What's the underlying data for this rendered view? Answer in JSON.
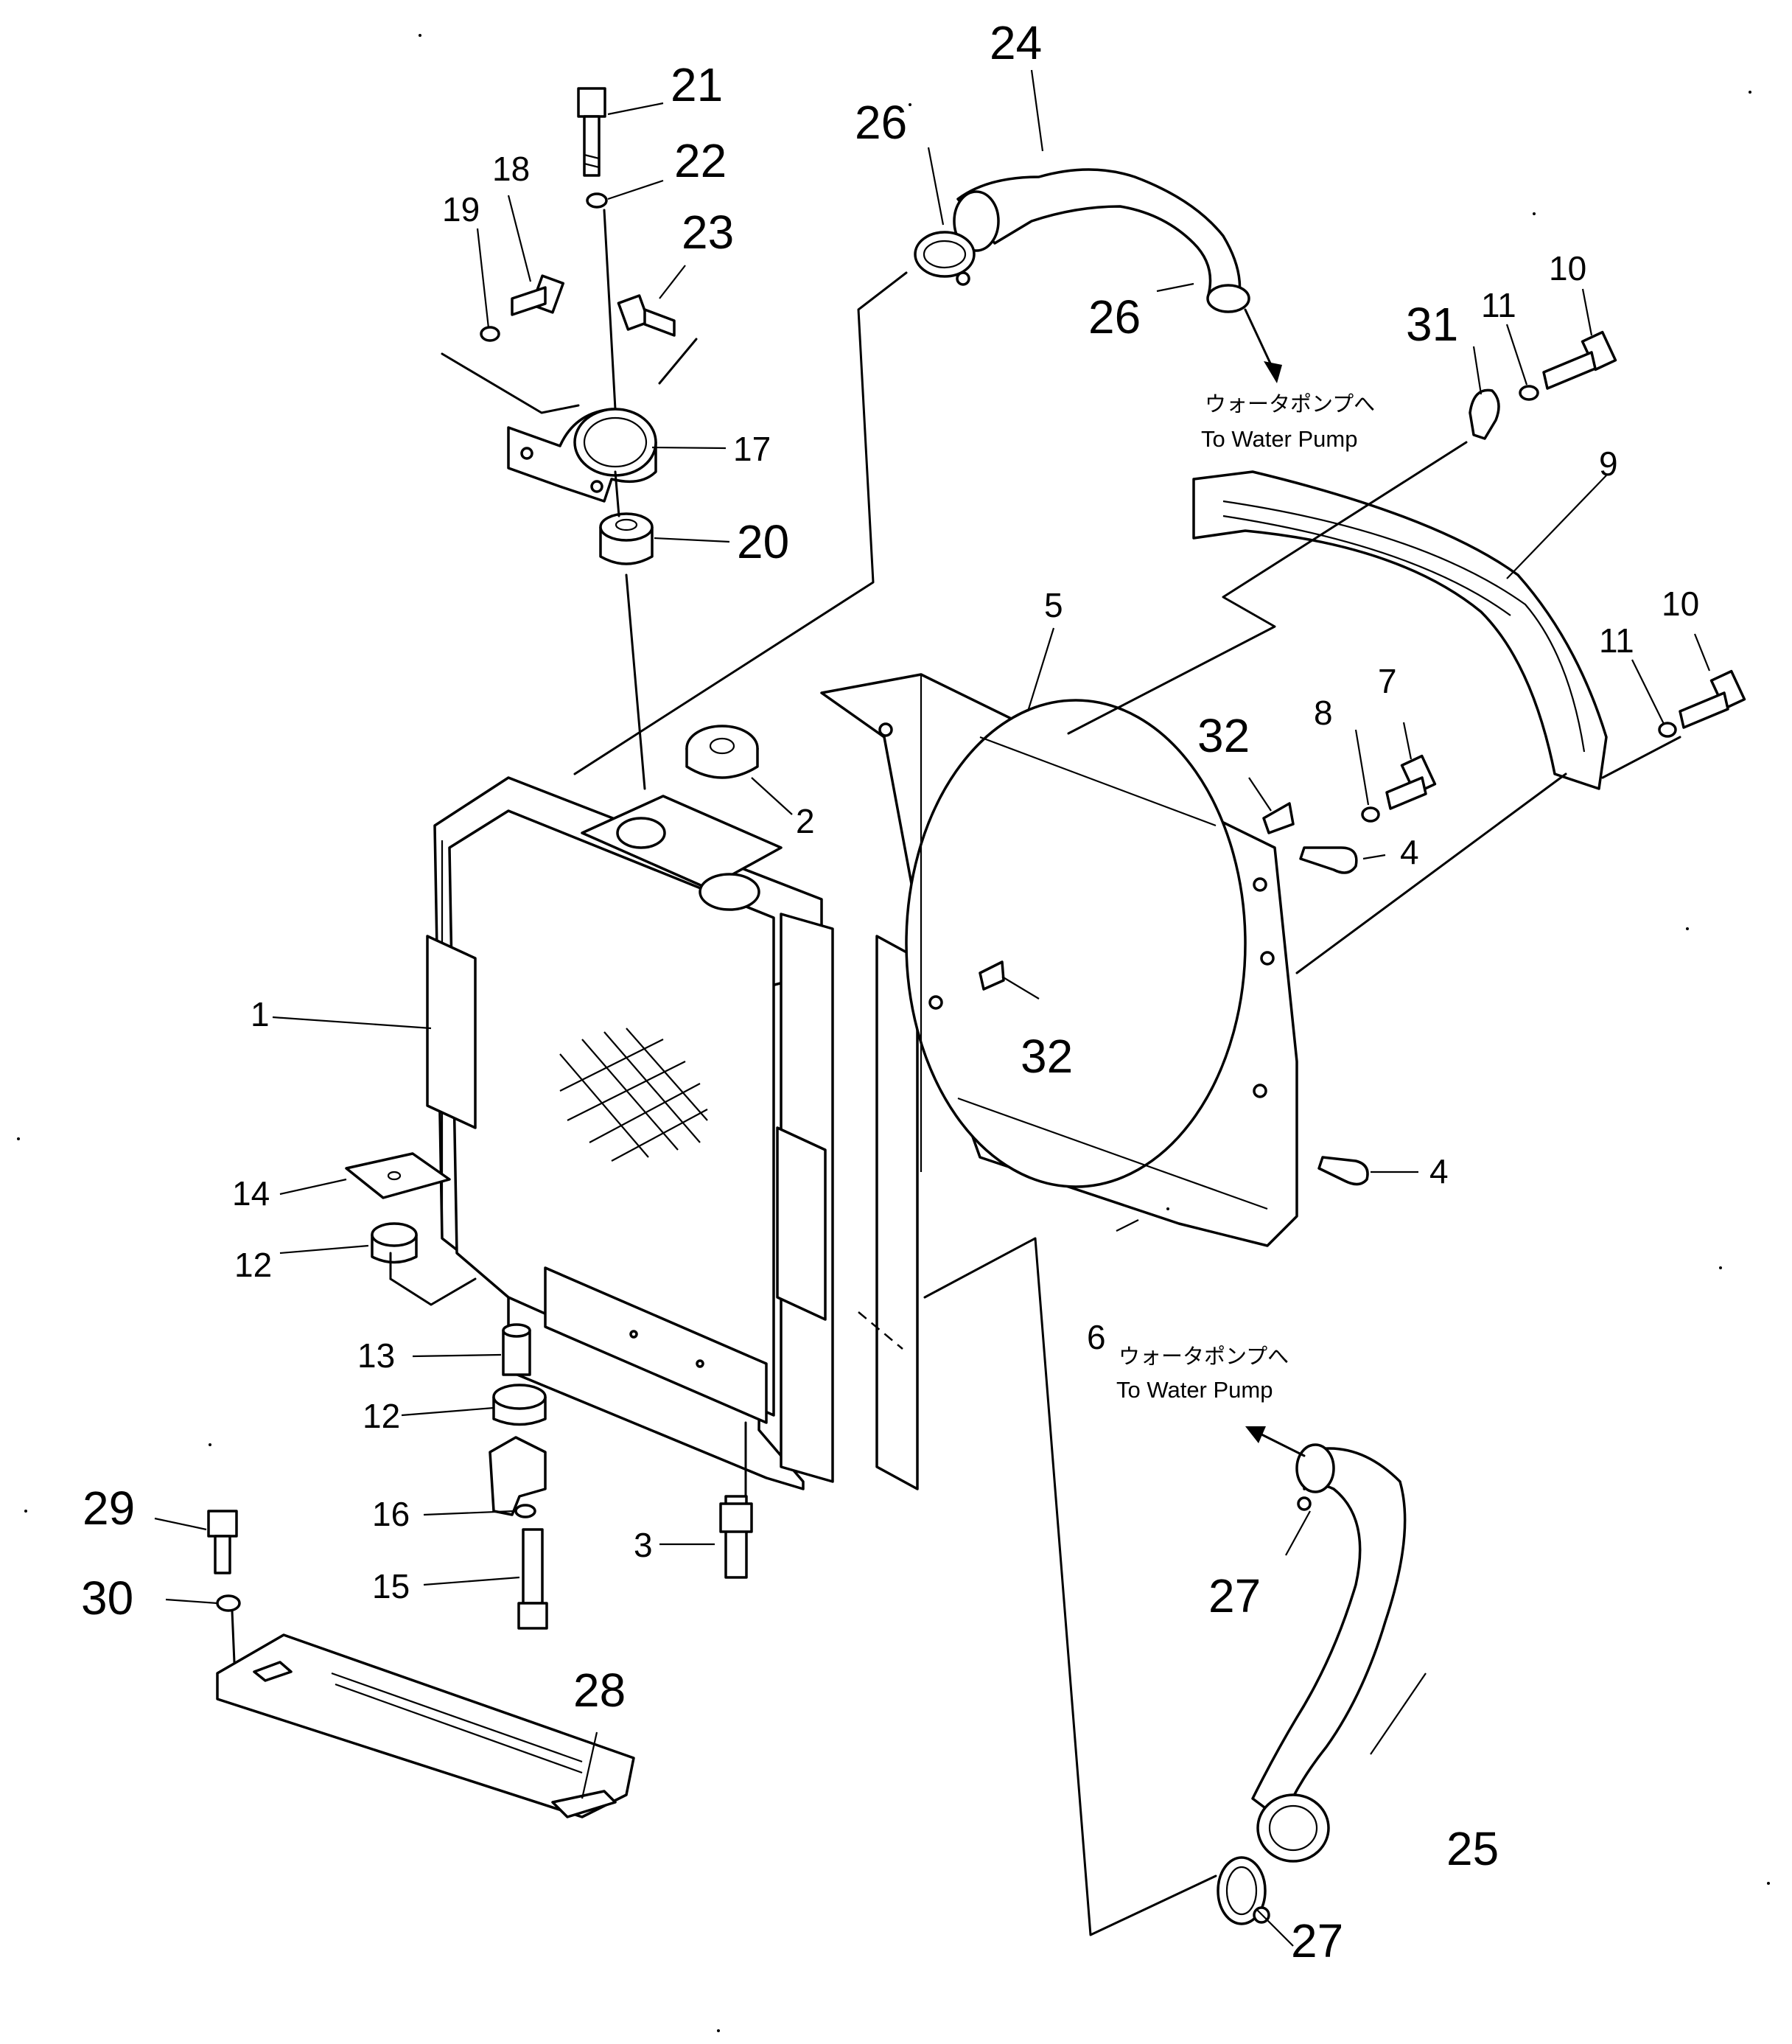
{
  "diagram": {
    "callouts": [
      {
        "id": "c1",
        "text": "1"
      },
      {
        "id": "c2",
        "text": "2"
      },
      {
        "id": "c3",
        "text": "3"
      },
      {
        "id": "c4a",
        "text": "4"
      },
      {
        "id": "c4b",
        "text": "4"
      },
      {
        "id": "c5",
        "text": "5"
      },
      {
        "id": "c6",
        "text": "6"
      },
      {
        "id": "c7",
        "text": "7"
      },
      {
        "id": "c8",
        "text": "8"
      },
      {
        "id": "c9",
        "text": "9"
      },
      {
        "id": "c10a",
        "text": "10"
      },
      {
        "id": "c10b",
        "text": "10"
      },
      {
        "id": "c11a",
        "text": "11"
      },
      {
        "id": "c11b",
        "text": "11"
      },
      {
        "id": "c12a",
        "text": "12"
      },
      {
        "id": "c12b",
        "text": "12"
      },
      {
        "id": "c13",
        "text": "13"
      },
      {
        "id": "c14",
        "text": "14"
      },
      {
        "id": "c15",
        "text": "15"
      },
      {
        "id": "c16",
        "text": "16"
      },
      {
        "id": "c17",
        "text": "17"
      },
      {
        "id": "c18",
        "text": "18"
      },
      {
        "id": "c19",
        "text": "19"
      },
      {
        "id": "c20",
        "text": "20"
      },
      {
        "id": "c21",
        "text": "21"
      },
      {
        "id": "c22",
        "text": "22"
      },
      {
        "id": "c23",
        "text": "23"
      },
      {
        "id": "c24",
        "text": "24"
      },
      {
        "id": "c25",
        "text": "25"
      },
      {
        "id": "c26a",
        "text": "26"
      },
      {
        "id": "c26b",
        "text": "26"
      },
      {
        "id": "c27a",
        "text": "27"
      },
      {
        "id": "c27b",
        "text": "27"
      },
      {
        "id": "c28",
        "text": "28"
      },
      {
        "id": "c29",
        "text": "29"
      },
      {
        "id": "c30",
        "text": "30"
      },
      {
        "id": "c31",
        "text": "31"
      },
      {
        "id": "c32a",
        "text": "32"
      },
      {
        "id": "c32b",
        "text": "32"
      }
    ],
    "notes": {
      "upper": {
        "jp": "ウォータポンプへ",
        "en": "To Water Pump"
      },
      "lower": {
        "jp": "ウォータポンプへ",
        "en": "To Water Pump"
      }
    }
  }
}
